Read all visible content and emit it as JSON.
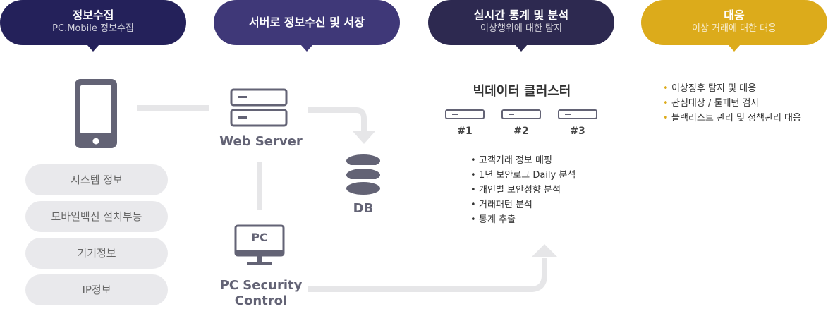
{
  "header": [
    {
      "title": "정보수집",
      "subtitle": "PC.Mobile 정보수집"
    },
    {
      "title": "서버로 정보수신 및 서장",
      "subtitle": ""
    },
    {
      "title": "실시간 통계 및 분석",
      "subtitle": "이상행위에 대한 탐지"
    },
    {
      "title": "대응",
      "subtitle": "이상 거래에 대한 대응"
    }
  ],
  "collect_items": [
    "시스템 정보",
    "모바일백신 설치부등",
    "기기정보",
    "IP정보"
  ],
  "web_server_label": "Web Server",
  "db_label": "DB",
  "pc_icon_text": "PC",
  "pc_security_label": [
    "PC Security",
    "Control"
  ],
  "bigdata": {
    "title": "빅데이터 클러스터",
    "nodes": [
      "#1",
      "#2",
      "#3"
    ],
    "bullets": [
      "고객거래 정보 매핑",
      "1년 보안로그 Daily  분석",
      "개인별 보안성향 분석",
      "거래패턴 분석",
      "통계 추출"
    ]
  },
  "response_bullets": [
    "이상징후 탐지 및 대응",
    "관심대상 / 룰패턴 검사",
    "블랙리스트 관리 및 정책관리 대응"
  ],
  "colors": {
    "navy": "#24215a",
    "purple": "#3f3878",
    "dark": "#2d2950",
    "gold": "#dcab1b",
    "icon": "#636375",
    "connector": "#e6e6e8"
  }
}
